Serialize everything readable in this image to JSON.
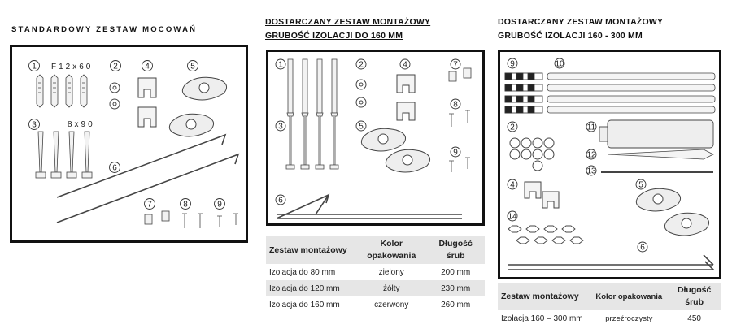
{
  "left": {
    "title": "STANDARDOWY ZESTAW MOCOWAŃ",
    "labels": {
      "n1": "1",
      "n2": "2",
      "n3": "3",
      "n4": "4",
      "n5": "5",
      "n6": "6",
      "n7": "7",
      "n8": "8",
      "n9": "9",
      "f12": "F12x60",
      "x890": "8x90"
    }
  },
  "middle": {
    "title_line1": "DOSTARCZANY ZESTAW MONTAŻOWY",
    "title_line2": "GRUBOŚĆ IZOLACJI DO 160 MM",
    "labels": {
      "n1": "1",
      "n2": "2",
      "n3": "3",
      "n4": "4",
      "n5": "5",
      "n6": "6",
      "n7": "7",
      "n8": "8",
      "n9": "9"
    },
    "table": {
      "headers": [
        "Zestaw montażowy",
        "Kolor opakowania",
        "Długość śrub"
      ],
      "rows": [
        [
          "Izolacja do 80 mm",
          "zielony",
          "200 mm"
        ],
        [
          "Izolacja do 120 mm",
          "żółty",
          "230 mm"
        ],
        [
          "Izolacja do 160 mm",
          "czerwony",
          "260 mm"
        ]
      ]
    }
  },
  "right": {
    "title_line1": "DOSTARCZANY ZESTAW MONTAŻOWY",
    "title_line2": "GRUBOŚĆ IZOLACJI  160 - 300 MM",
    "labels": {
      "n9": "9",
      "n10": "10",
      "n2": "2",
      "n11": "11",
      "n12": "12",
      "n13": "13",
      "n4": "4",
      "n5": "5",
      "n14": "14",
      "n6": "6"
    },
    "table": {
      "headers": [
        "Zestaw montażowy",
        "Kolor opakowania",
        "Długość śrub"
      ],
      "rows": [
        [
          "Izolacja 160 – 300 mm",
          "przeźroczysty",
          "450"
        ]
      ]
    }
  }
}
